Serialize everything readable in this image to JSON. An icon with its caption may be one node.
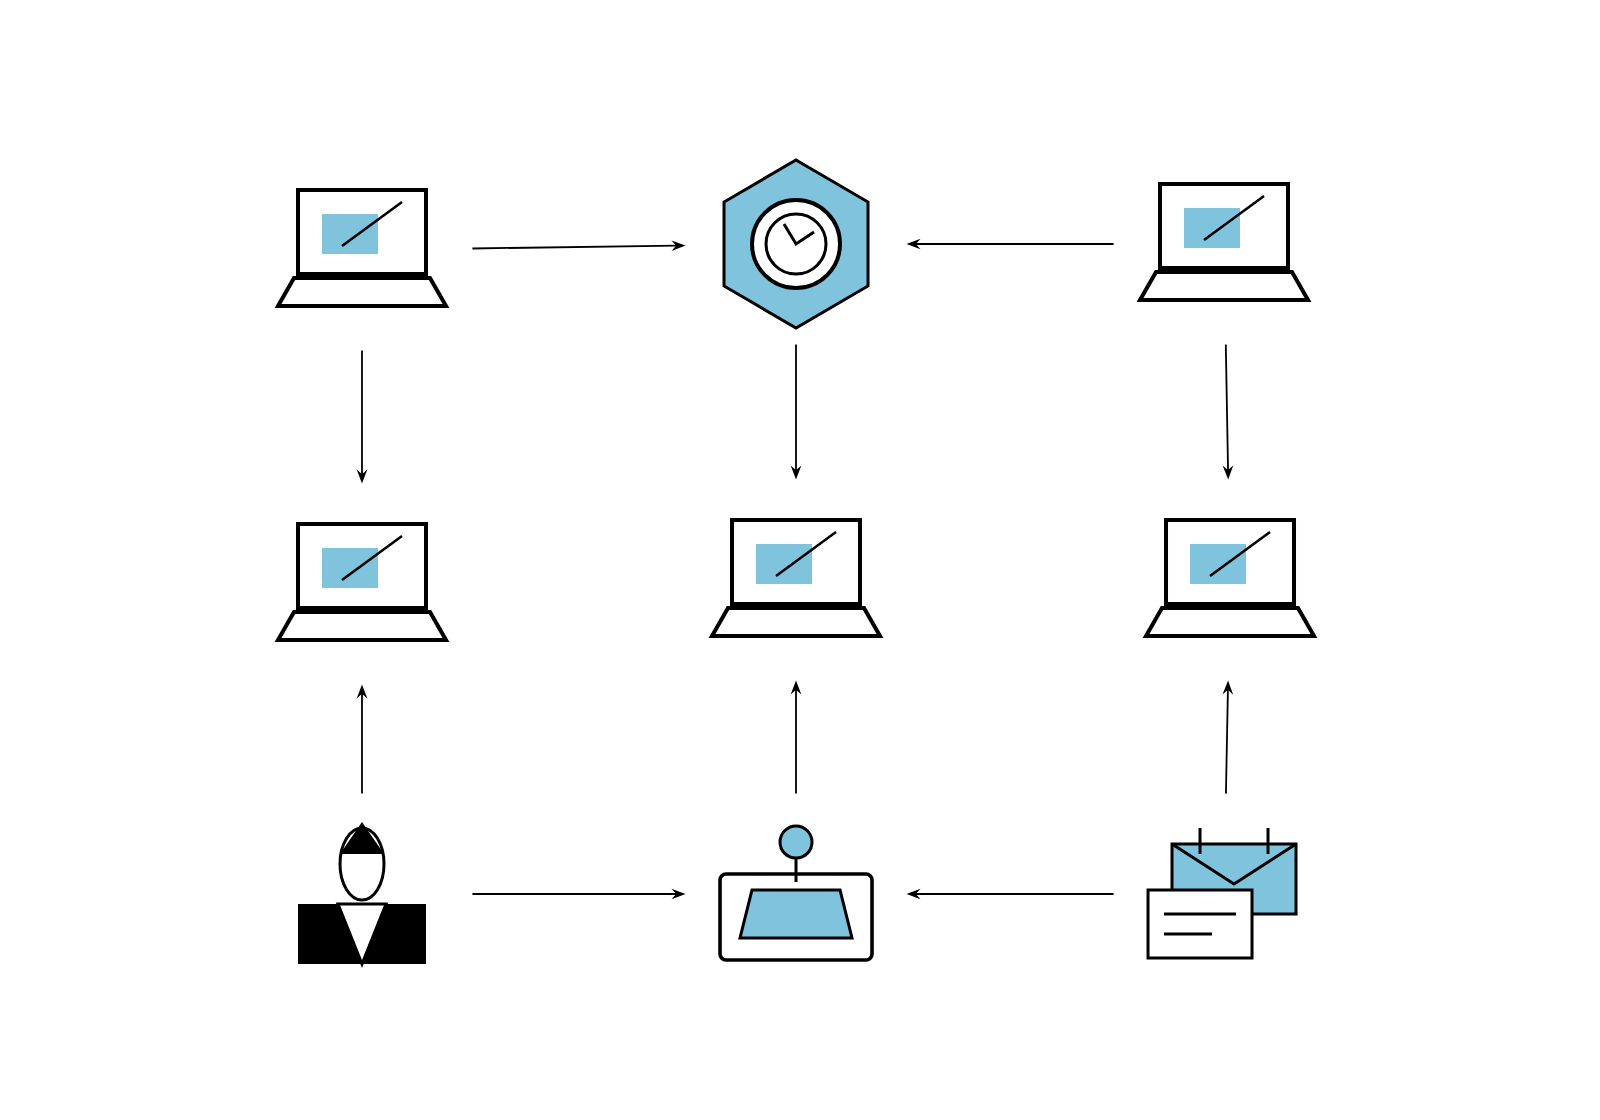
{
  "diagram": {
    "nodes": [
      {
        "text": [],
        "shape": "laptop"
      },
      {
        "text": [],
        "shape": "hexagon"
      },
      {
        "text": [],
        "shape": "laptop"
      },
      {
        "text": [],
        "shape": "laptop"
      },
      {
        "text": [],
        "shape": "laptop"
      },
      {
        "text": [],
        "shape": "laptop"
      },
      {
        "text": [],
        "shape": "person"
      },
      {
        "text": [],
        "shape": "tablet"
      },
      {
        "text": [],
        "shape": "calendar"
      }
    ],
    "edges": [
      {
        "from": 0,
        "to": 1,
        "arrow": "to"
      },
      {
        "from": 2,
        "to": 1,
        "arrow": "to"
      },
      {
        "from": 0,
        "to": 3,
        "arrow": "to"
      },
      {
        "from": 1,
        "to": 4,
        "arrow": "to"
      },
      {
        "from": 2,
        "to": 5,
        "arrow": "to"
      },
      {
        "from": 6,
        "to": 3,
        "arrow": "to"
      },
      {
        "from": 7,
        "to": 4,
        "arrow": "to"
      },
      {
        "from": 8,
        "to": 5,
        "arrow": "to"
      },
      {
        "from": 6,
        "to": 7,
        "arrow": "to"
      },
      {
        "from": 8,
        "to": 7,
        "arrow": "to"
      }
    ]
  }
}
